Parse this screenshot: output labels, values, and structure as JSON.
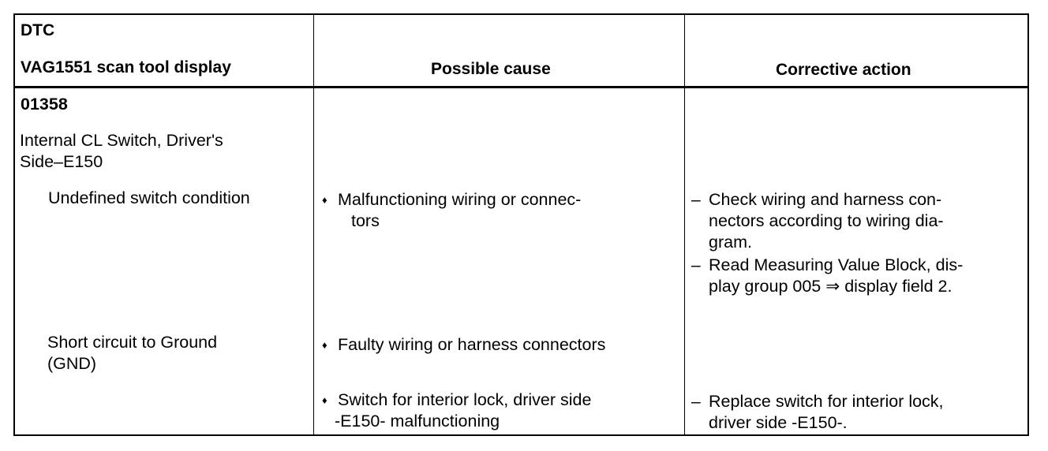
{
  "header": {
    "col1_line1": "DTC",
    "col1_line2": "VAG1551 scan tool display",
    "col2": "Possible cause",
    "col3": "Corrective action"
  },
  "fault": {
    "code": "01358",
    "description_line1": "Internal CL Switch, Driver's",
    "description_line2": "Side–E150",
    "conditions": [
      {
        "label_lines": [
          "Undefined switch condition"
        ],
        "causes": [
          {
            "bullet": "♦",
            "lines": [
              "Malfunctioning wiring or connec-",
              "tors"
            ]
          }
        ],
        "actions": [
          {
            "dash": "–",
            "lines": [
              "Check wiring and harness con-",
              "nectors according to wiring dia-",
              "gram."
            ]
          },
          {
            "dash": "–",
            "lines": [
              "Read Measuring Value Block, dis-",
              "play group 005 ⇒  display field 2."
            ]
          }
        ]
      },
      {
        "label_lines": [
          "Short circuit to Ground",
          "(GND)"
        ],
        "causes": [
          {
            "bullet": "♦",
            "lines": [
              "Faulty wiring or harness connectors"
            ]
          },
          {
            "bullet": "♦",
            "lines": [
              "Switch for interior lock, driver side",
              "-E150- malfunctioning"
            ]
          }
        ],
        "actions": [
          {
            "dash": "–",
            "lines": [
              "Replace switch for interior lock,",
              "driver side -E150-."
            ]
          }
        ]
      }
    ]
  }
}
